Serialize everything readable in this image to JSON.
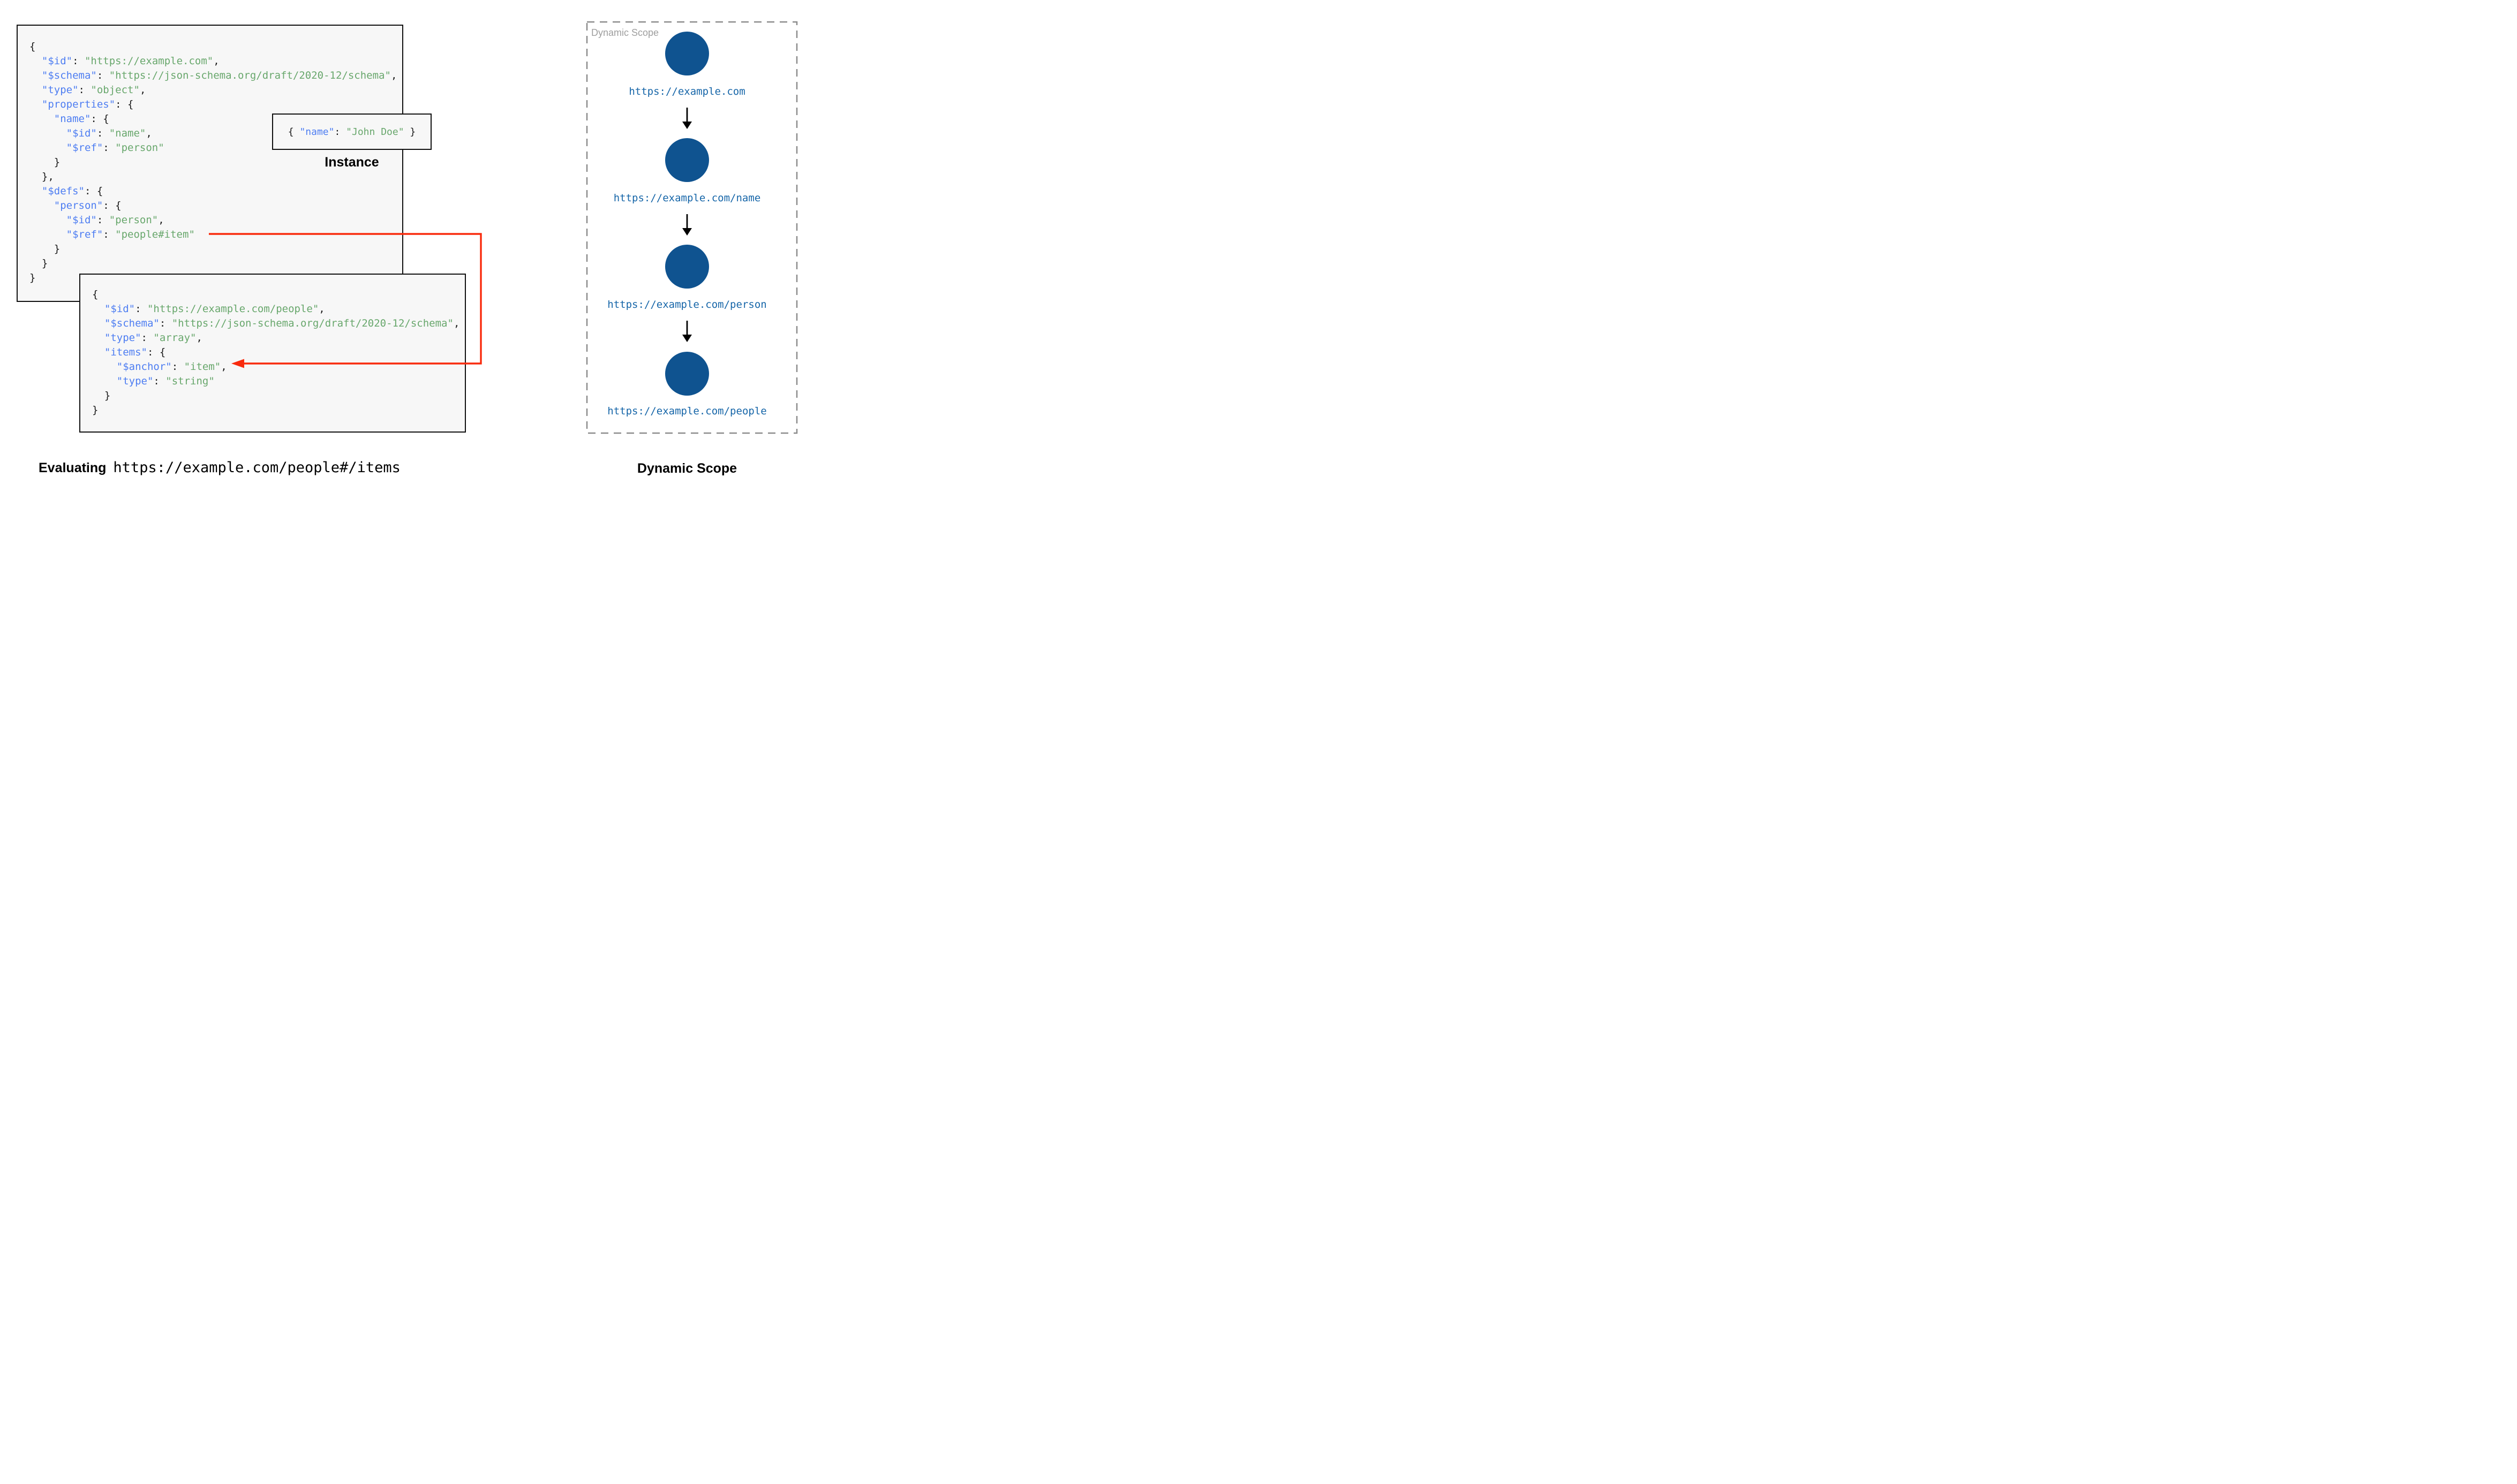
{
  "colors": {
    "key": "#4d7df2",
    "str": "#68a76c",
    "punct": "#1a1a1a",
    "boxfill": "#f7f7f7",
    "boxborder": "#111111",
    "circle": "#0f5390",
    "url": "#1565a8",
    "red": "#f92b0d",
    "dash": "#8c8c8c",
    "graylabel": "#9e9e9e",
    "black": "#000000"
  },
  "schema_root": {
    "lines": [
      [
        [
          "p",
          "{"
        ]
      ],
      [
        [
          "p",
          "  "
        ],
        [
          "k",
          "\"$id\""
        ],
        [
          "p",
          ": "
        ],
        [
          "s",
          "\"https://example.com\""
        ],
        [
          "p",
          ","
        ]
      ],
      [
        [
          "p",
          "  "
        ],
        [
          "k",
          "\"$schema\""
        ],
        [
          "p",
          ": "
        ],
        [
          "s",
          "\"https://json-schema.org/draft/2020-12/schema\""
        ],
        [
          "p",
          ","
        ]
      ],
      [
        [
          "p",
          "  "
        ],
        [
          "k",
          "\"type\""
        ],
        [
          "p",
          ": "
        ],
        [
          "s",
          "\"object\""
        ],
        [
          "p",
          ","
        ]
      ],
      [
        [
          "p",
          "  "
        ],
        [
          "k",
          "\"properties\""
        ],
        [
          "p",
          ": {"
        ]
      ],
      [
        [
          "p",
          "    "
        ],
        [
          "k",
          "\"name\""
        ],
        [
          "p",
          ": {"
        ]
      ],
      [
        [
          "p",
          "      "
        ],
        [
          "k",
          "\"$id\""
        ],
        [
          "p",
          ": "
        ],
        [
          "s",
          "\"name\""
        ],
        [
          "p",
          ","
        ]
      ],
      [
        [
          "p",
          "      "
        ],
        [
          "k",
          "\"$ref\""
        ],
        [
          "p",
          ": "
        ],
        [
          "s",
          "\"person\""
        ]
      ],
      [
        [
          "p",
          "    }"
        ]
      ],
      [
        [
          "p",
          "  },"
        ]
      ],
      [
        [
          "p",
          "  "
        ],
        [
          "k",
          "\"$defs\""
        ],
        [
          "p",
          ": {"
        ]
      ],
      [
        [
          "p",
          "    "
        ],
        [
          "k",
          "\"person\""
        ],
        [
          "p",
          ": {"
        ]
      ],
      [
        [
          "p",
          "      "
        ],
        [
          "k",
          "\"$id\""
        ],
        [
          "p",
          ": "
        ],
        [
          "s",
          "\"person\""
        ],
        [
          "p",
          ","
        ]
      ],
      [
        [
          "p",
          "      "
        ],
        [
          "k",
          "\"$ref\""
        ],
        [
          "p",
          ": "
        ],
        [
          "s",
          "\"people#item\""
        ]
      ],
      [
        [
          "p",
          "    }"
        ]
      ],
      [
        [
          "p",
          "  }"
        ]
      ],
      [
        [
          "p",
          "}"
        ]
      ]
    ]
  },
  "instance": {
    "tokens": [
      [
        "p",
        "{ "
      ],
      [
        "k",
        "\"name\""
      ],
      [
        "p",
        ": "
      ],
      [
        "s",
        "\"John Doe\""
      ],
      [
        "p",
        " }"
      ]
    ],
    "caption": "Instance"
  },
  "schema_people": {
    "lines": [
      [
        [
          "p",
          "{"
        ]
      ],
      [
        [
          "p",
          "  "
        ],
        [
          "k",
          "\"$id\""
        ],
        [
          "p",
          ": "
        ],
        [
          "s",
          "\"https://example.com/people\""
        ],
        [
          "p",
          ","
        ]
      ],
      [
        [
          "p",
          "  "
        ],
        [
          "k",
          "\"$schema\""
        ],
        [
          "p",
          ": "
        ],
        [
          "s",
          "\"https://json-schema.org/draft/2020-12/schema\""
        ],
        [
          "p",
          ","
        ]
      ],
      [
        [
          "p",
          "  "
        ],
        [
          "k",
          "\"type\""
        ],
        [
          "p",
          ": "
        ],
        [
          "s",
          "\"array\""
        ],
        [
          "p",
          ","
        ]
      ],
      [
        [
          "p",
          "  "
        ],
        [
          "k",
          "\"items\""
        ],
        [
          "p",
          ": {"
        ]
      ],
      [
        [
          "p",
          "    "
        ],
        [
          "k",
          "\"$anchor\""
        ],
        [
          "p",
          ": "
        ],
        [
          "s",
          "\"item\""
        ],
        [
          "p",
          ","
        ]
      ],
      [
        [
          "p",
          "    "
        ],
        [
          "k",
          "\"type\""
        ],
        [
          "p",
          ": "
        ],
        [
          "s",
          "\"string\""
        ]
      ],
      [
        [
          "p",
          "  }"
        ]
      ],
      [
        [
          "p",
          "}"
        ]
      ]
    ]
  },
  "scope": {
    "panel_label": "Dynamic Scope",
    "nodes": [
      "https://example.com",
      "https://example.com/name",
      "https://example.com/person",
      "https://example.com/people"
    ],
    "caption": "Dynamic Scope"
  },
  "evaluating": {
    "label": "Evaluating",
    "uri": "https://example.com/people#/items"
  }
}
